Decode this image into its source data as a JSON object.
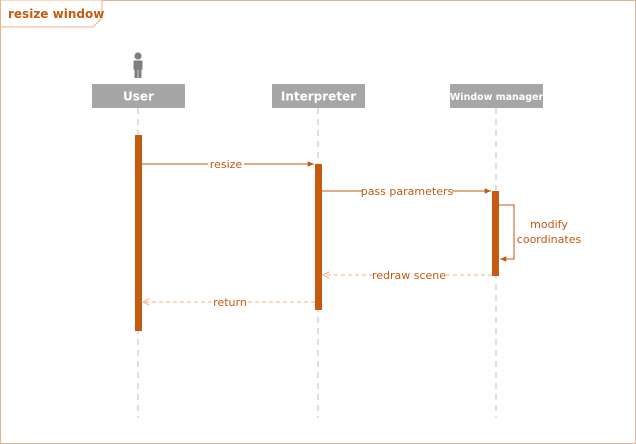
{
  "frame": {
    "title": "resize window",
    "colors": {
      "border": "#e8b48d",
      "title": "#c55a11",
      "page_background": "#ffffff"
    }
  },
  "lifelines": [
    {
      "id": "user",
      "label": "User",
      "has_actor_icon": true,
      "icon": "person-icon"
    },
    {
      "id": "interpreter",
      "label": "Interpreter"
    },
    {
      "id": "window_manager",
      "label": "Window manager"
    }
  ],
  "messages": [
    {
      "id": "resize",
      "label": "resize",
      "from": "user",
      "to": "interpreter",
      "kind": "synchronous"
    },
    {
      "id": "pass_parameters",
      "label": "pass parameters",
      "from": "interpreter",
      "to": "window_manager",
      "kind": "synchronous"
    },
    {
      "id": "modify_coordinates",
      "label_lines": [
        "modify",
        "coordinates"
      ],
      "from": "window_manager",
      "to": "window_manager",
      "kind": "self"
    },
    {
      "id": "redraw_scene",
      "label": "redraw scene",
      "from": "window_manager",
      "to": "interpreter",
      "kind": "return"
    },
    {
      "id": "return",
      "label": "return",
      "from": "interpreter",
      "to": "user",
      "kind": "return"
    }
  ],
  "colors": {
    "lifeline_header": "#a6a6a6",
    "activation": "#c55a11",
    "message": "#c55a11",
    "return_message": "#f4b183",
    "lifeline_dash": "#bfbfbf"
  }
}
